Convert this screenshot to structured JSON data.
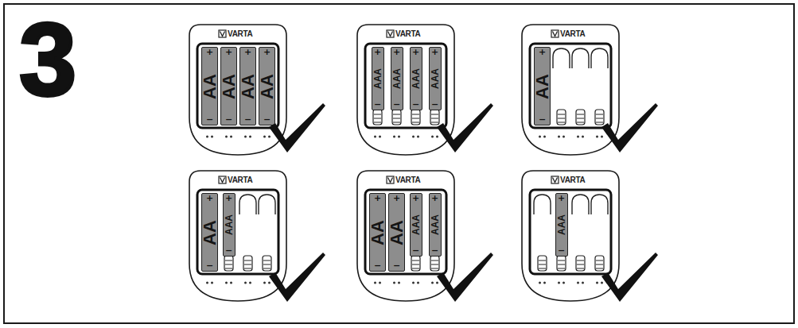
{
  "diagram": {
    "nodes": [
      {
        "text": [
          "VARTA"
        ]
      },
      {
        "text": [
          "+",
          "AA",
          "−"
        ],
        "in": 0
      },
      {
        "text": [
          "+",
          "AA",
          "−"
        ],
        "in": 0
      },
      {
        "text": [
          "+",
          "AA",
          "−"
        ],
        "in": 0
      },
      {
        "text": [
          "+",
          "AA",
          "−"
        ],
        "in": 0
      },
      {
        "text": [
          "VARTA"
        ]
      },
      {
        "text": [
          "+",
          "AAA",
          "−"
        ],
        "in": 5
      },
      {
        "text": [
          "+",
          "AAA",
          "−"
        ],
        "in": 5
      },
      {
        "text": [
          "+",
          "AAA",
          "−"
        ],
        "in": 5
      },
      {
        "text": [
          "+",
          "AAA",
          "−"
        ],
        "in": 5
      },
      {
        "text": [
          "VARTA"
        ]
      },
      {
        "text": [
          "+",
          "AA",
          "−"
        ],
        "in": 10
      },
      {
        "text": [
          "VARTA"
        ]
      },
      {
        "text": [
          "+",
          "AA",
          "−"
        ],
        "in": 12
      },
      {
        "text": [
          "+",
          "AAA",
          "−"
        ],
        "in": 12
      },
      {
        "text": [
          "VARTA"
        ]
      },
      {
        "text": [
          "+",
          "AA",
          "−"
        ],
        "in": 15
      },
      {
        "text": [
          "+",
          "AA",
          "−"
        ],
        "in": 15
      },
      {
        "text": [
          "+",
          "AAA",
          "−"
        ],
        "in": 15
      },
      {
        "text": [
          "+",
          "AAA",
          "−"
        ],
        "in": 15
      },
      {
        "text": [
          "VARTA"
        ]
      },
      {
        "text": [
          "+",
          "AAA",
          "−"
        ],
        "in": 20
      }
    ],
    "labels": [
      "3"
    ]
  }
}
